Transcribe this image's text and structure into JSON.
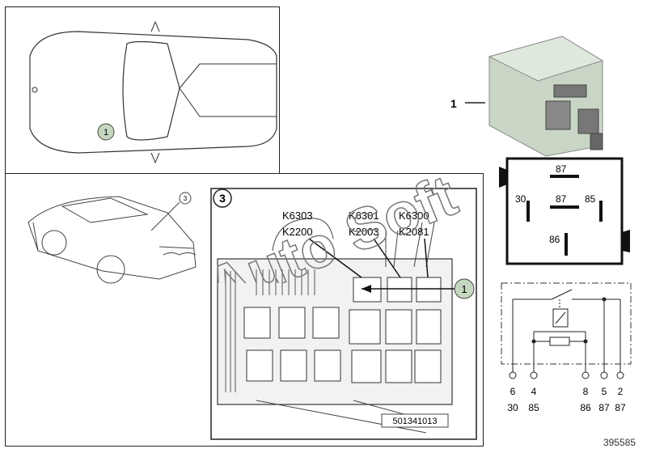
{
  "top_view": {
    "callout": "1"
  },
  "car_side": {
    "callout": "3"
  },
  "detail": {
    "step_number": "3",
    "relay_labels": [
      {
        "code": "K6303"
      },
      {
        "code": "K2200"
      },
      {
        "code": "K6301"
      },
      {
        "code": "K2003"
      },
      {
        "code": "K6300"
      },
      {
        "code": "K2081"
      }
    ],
    "callout": "1",
    "part_number": "501341013"
  },
  "relay": {
    "callout": "1"
  },
  "pin_layout": {
    "top": "87",
    "left": "30",
    "center": "87",
    "right": "85",
    "bottom": "86"
  },
  "schematic": {
    "pins": [
      {
        "num": "6",
        "term": "30"
      },
      {
        "num": "4",
        "term": "85"
      },
      {
        "num": "8",
        "term": "86"
      },
      {
        "num": "5",
        "term": "87"
      },
      {
        "num": "2",
        "term": "87"
      }
    ]
  },
  "watermark": "Auto Soft",
  "diagram_number": "395585",
  "colors": {
    "relay_body": "#c9d6c6",
    "callout_fill": "#c6d7c0",
    "line": "#222222"
  }
}
